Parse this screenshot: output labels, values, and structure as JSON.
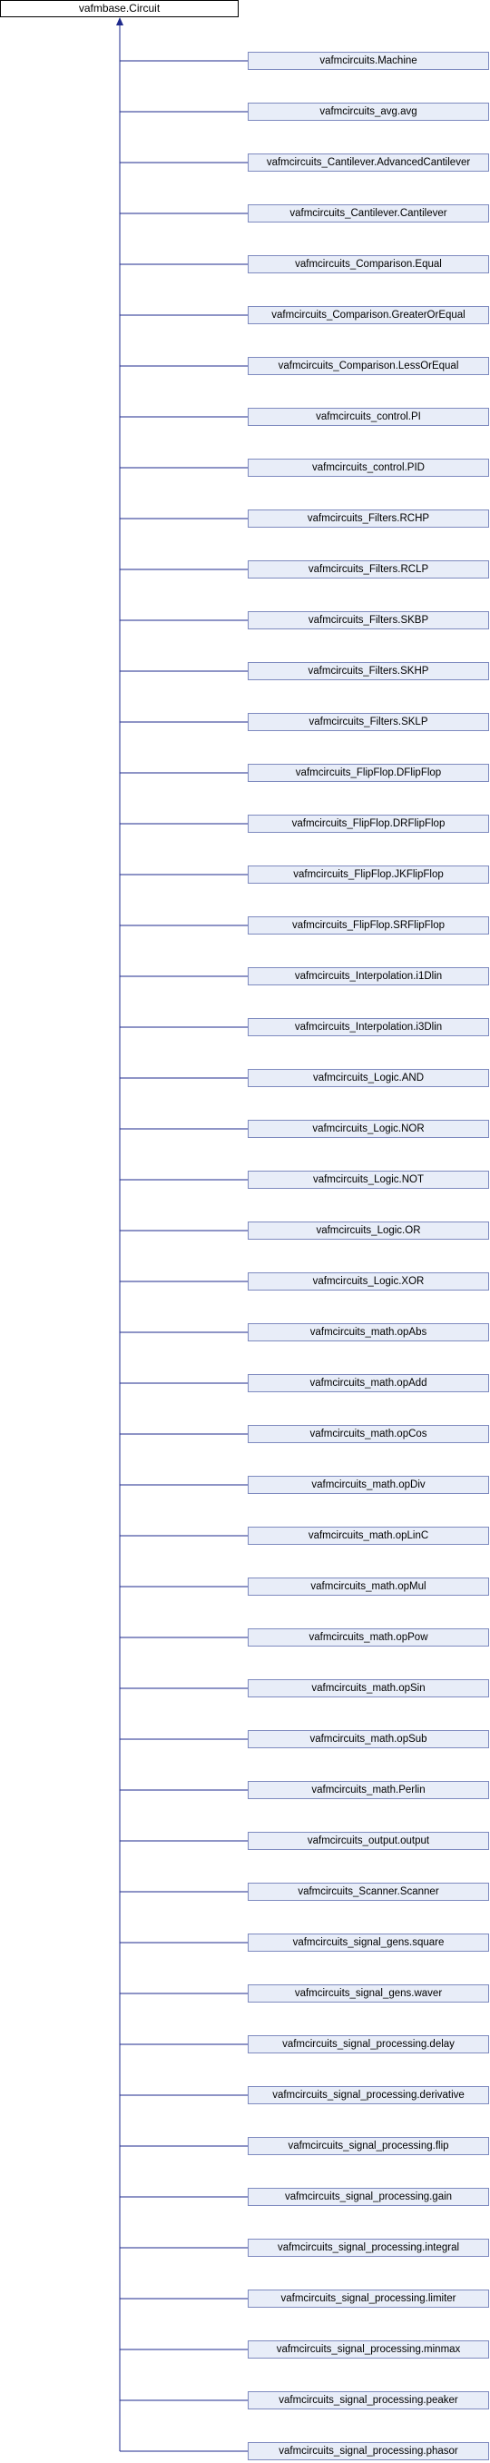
{
  "base_class": "vafmbase.Circuit",
  "colors": {
    "edge": "#1E2A8C",
    "node_fill": "#E8EDF8",
    "node_border": "#7E8ABF",
    "base_border": "#000000"
  },
  "subclasses": [
    "vafmcircuits.Machine",
    "vafmcircuits_avg.avg",
    "vafmcircuits_Cantilever.AdvancedCantilever",
    "vafmcircuits_Cantilever.Cantilever",
    "vafmcircuits_Comparison.Equal",
    "vafmcircuits_Comparison.GreaterOrEqual",
    "vafmcircuits_Comparison.LessOrEqual",
    "vafmcircuits_control.PI",
    "vafmcircuits_control.PID",
    "vafmcircuits_Filters.RCHP",
    "vafmcircuits_Filters.RCLP",
    "vafmcircuits_Filters.SKBP",
    "vafmcircuits_Filters.SKHP",
    "vafmcircuits_Filters.SKLP",
    "vafmcircuits_FlipFlop.DFlipFlop",
    "vafmcircuits_FlipFlop.DRFlipFlop",
    "vafmcircuits_FlipFlop.JKFlipFlop",
    "vafmcircuits_FlipFlop.SRFlipFlop",
    "vafmcircuits_Interpolation.i1Dlin",
    "vafmcircuits_Interpolation.i3Dlin",
    "vafmcircuits_Logic.AND",
    "vafmcircuits_Logic.NOR",
    "vafmcircuits_Logic.NOT",
    "vafmcircuits_Logic.OR",
    "vafmcircuits_Logic.XOR",
    "vafmcircuits_math.opAbs",
    "vafmcircuits_math.opAdd",
    "vafmcircuits_math.opCos",
    "vafmcircuits_math.opDiv",
    "vafmcircuits_math.opLinC",
    "vafmcircuits_math.opMul",
    "vafmcircuits_math.opPow",
    "vafmcircuits_math.opSin",
    "vafmcircuits_math.opSub",
    "vafmcircuits_math.Perlin",
    "vafmcircuits_output.output",
    "vafmcircuits_Scanner.Scanner",
    "vafmcircuits_signal_gens.square",
    "vafmcircuits_signal_gens.waver",
    "vafmcircuits_signal_processing.delay",
    "vafmcircuits_signal_processing.derivative",
    "vafmcircuits_signal_processing.flip",
    "vafmcircuits_signal_processing.gain",
    "vafmcircuits_signal_processing.integral",
    "vafmcircuits_signal_processing.limiter",
    "vafmcircuits_signal_processing.minmax",
    "vafmcircuits_signal_processing.peaker",
    "vafmcircuits_signal_processing.phasor"
  ]
}
